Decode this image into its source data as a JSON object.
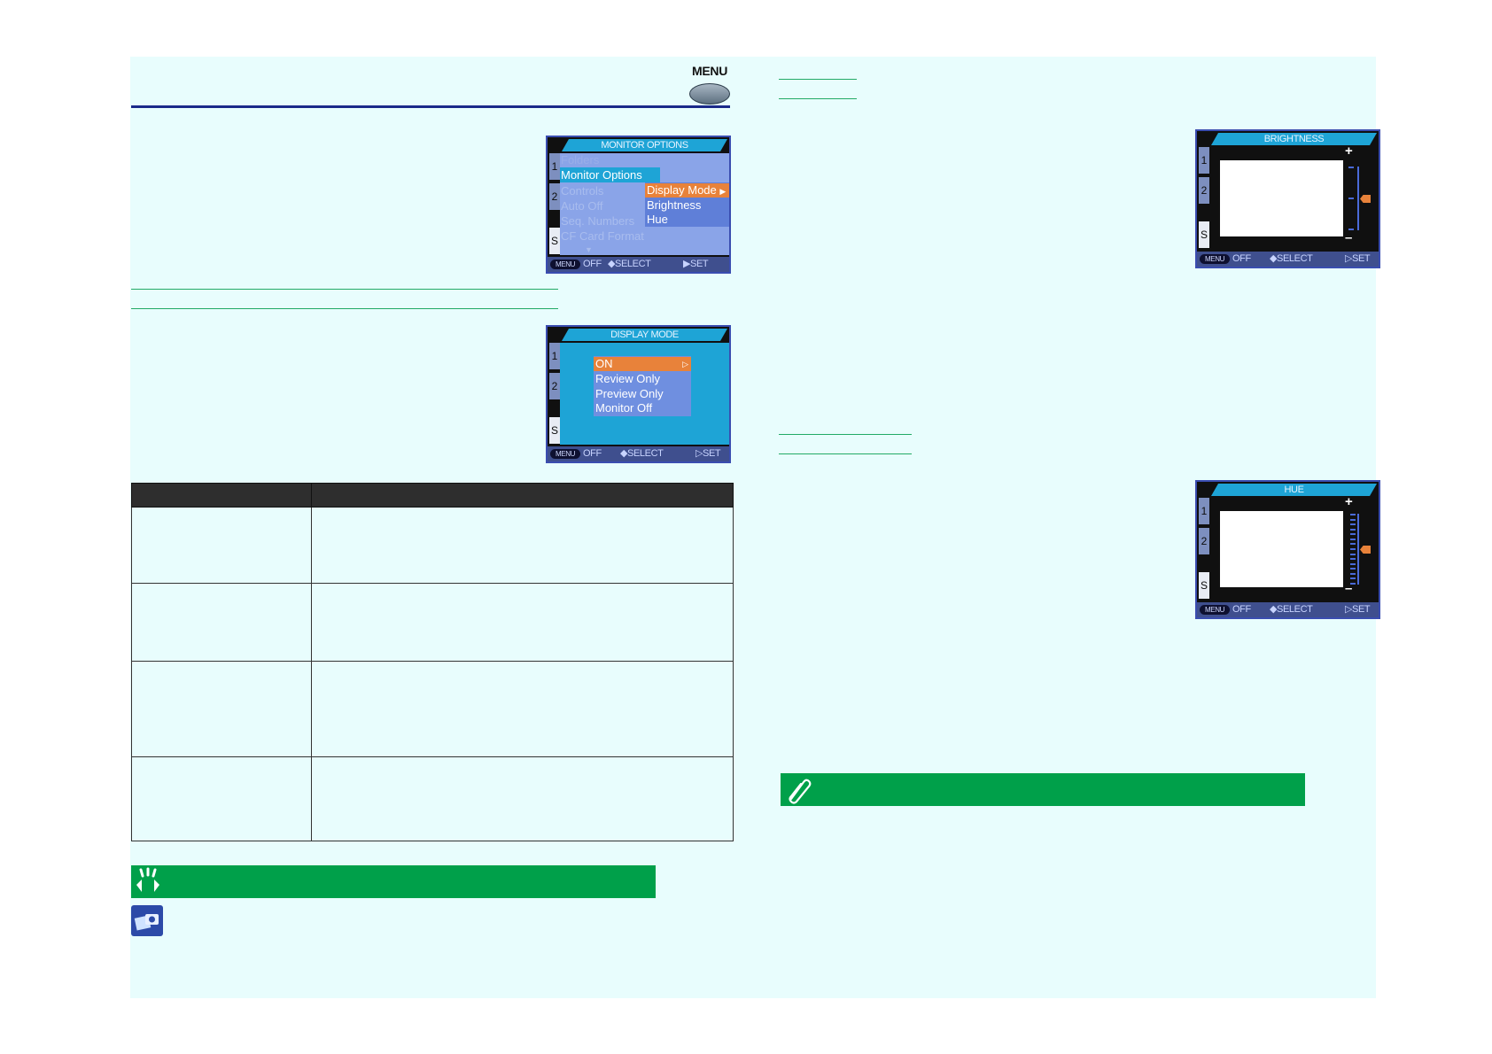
{
  "header": {
    "menu_button_label": "MENU"
  },
  "screens": {
    "monitor_options": {
      "title": "MONITOR OPTIONS",
      "tabs": [
        "1",
        "2",
        "S"
      ],
      "items": [
        "Folders",
        "Monitor Options",
        "Controls",
        "Auto Off",
        "Seq. Numbers",
        "CF Card Format"
      ],
      "submenu": [
        "Display Mode",
        "Brightness",
        "Hue"
      ],
      "footer": {
        "menu": "MENU",
        "off": "OFF",
        "select": "◆SELECT",
        "set": "▶SET"
      }
    },
    "display_mode": {
      "title": "DISPLAY MODE",
      "tabs": [
        "1",
        "2",
        "S"
      ],
      "options": [
        "ON",
        "Review Only",
        "Preview Only",
        "Monitor Off"
      ],
      "footer": {
        "menu": "MENU",
        "off": "OFF",
        "select": "◆SELECT",
        "set": "▷SET"
      }
    },
    "brightness": {
      "title": "BRIGHTNESS",
      "tabs": [
        "1",
        "2",
        "S"
      ],
      "plus": "+",
      "minus": "–",
      "level": 0.5,
      "footer": {
        "menu": "MENU",
        "off": "OFF",
        "select": "◆SELECT",
        "set": "▷SET"
      }
    },
    "hue": {
      "title": "HUE",
      "tabs": [
        "1",
        "2",
        "S"
      ],
      "plus": "+",
      "minus": "–",
      "level": 0.5,
      "footer": {
        "menu": "MENU",
        "off": "OFF",
        "select": "◆SELECT",
        "set": "▷SET"
      }
    }
  },
  "colors": {
    "page_bg": "#e8fdfd",
    "rule_blue": "#1b2a8a",
    "rule_green": "#22aa66",
    "note_green": "#00a04a",
    "lcd_menu_blue": "#8aa4e8",
    "lcd_highlight_cyan": "#1ea4d6",
    "lcd_highlight_orange": "#e8823a"
  },
  "icons": [
    "menu-button-icon",
    "eye-icon",
    "camera-card-icon",
    "paperclip-icon"
  ]
}
